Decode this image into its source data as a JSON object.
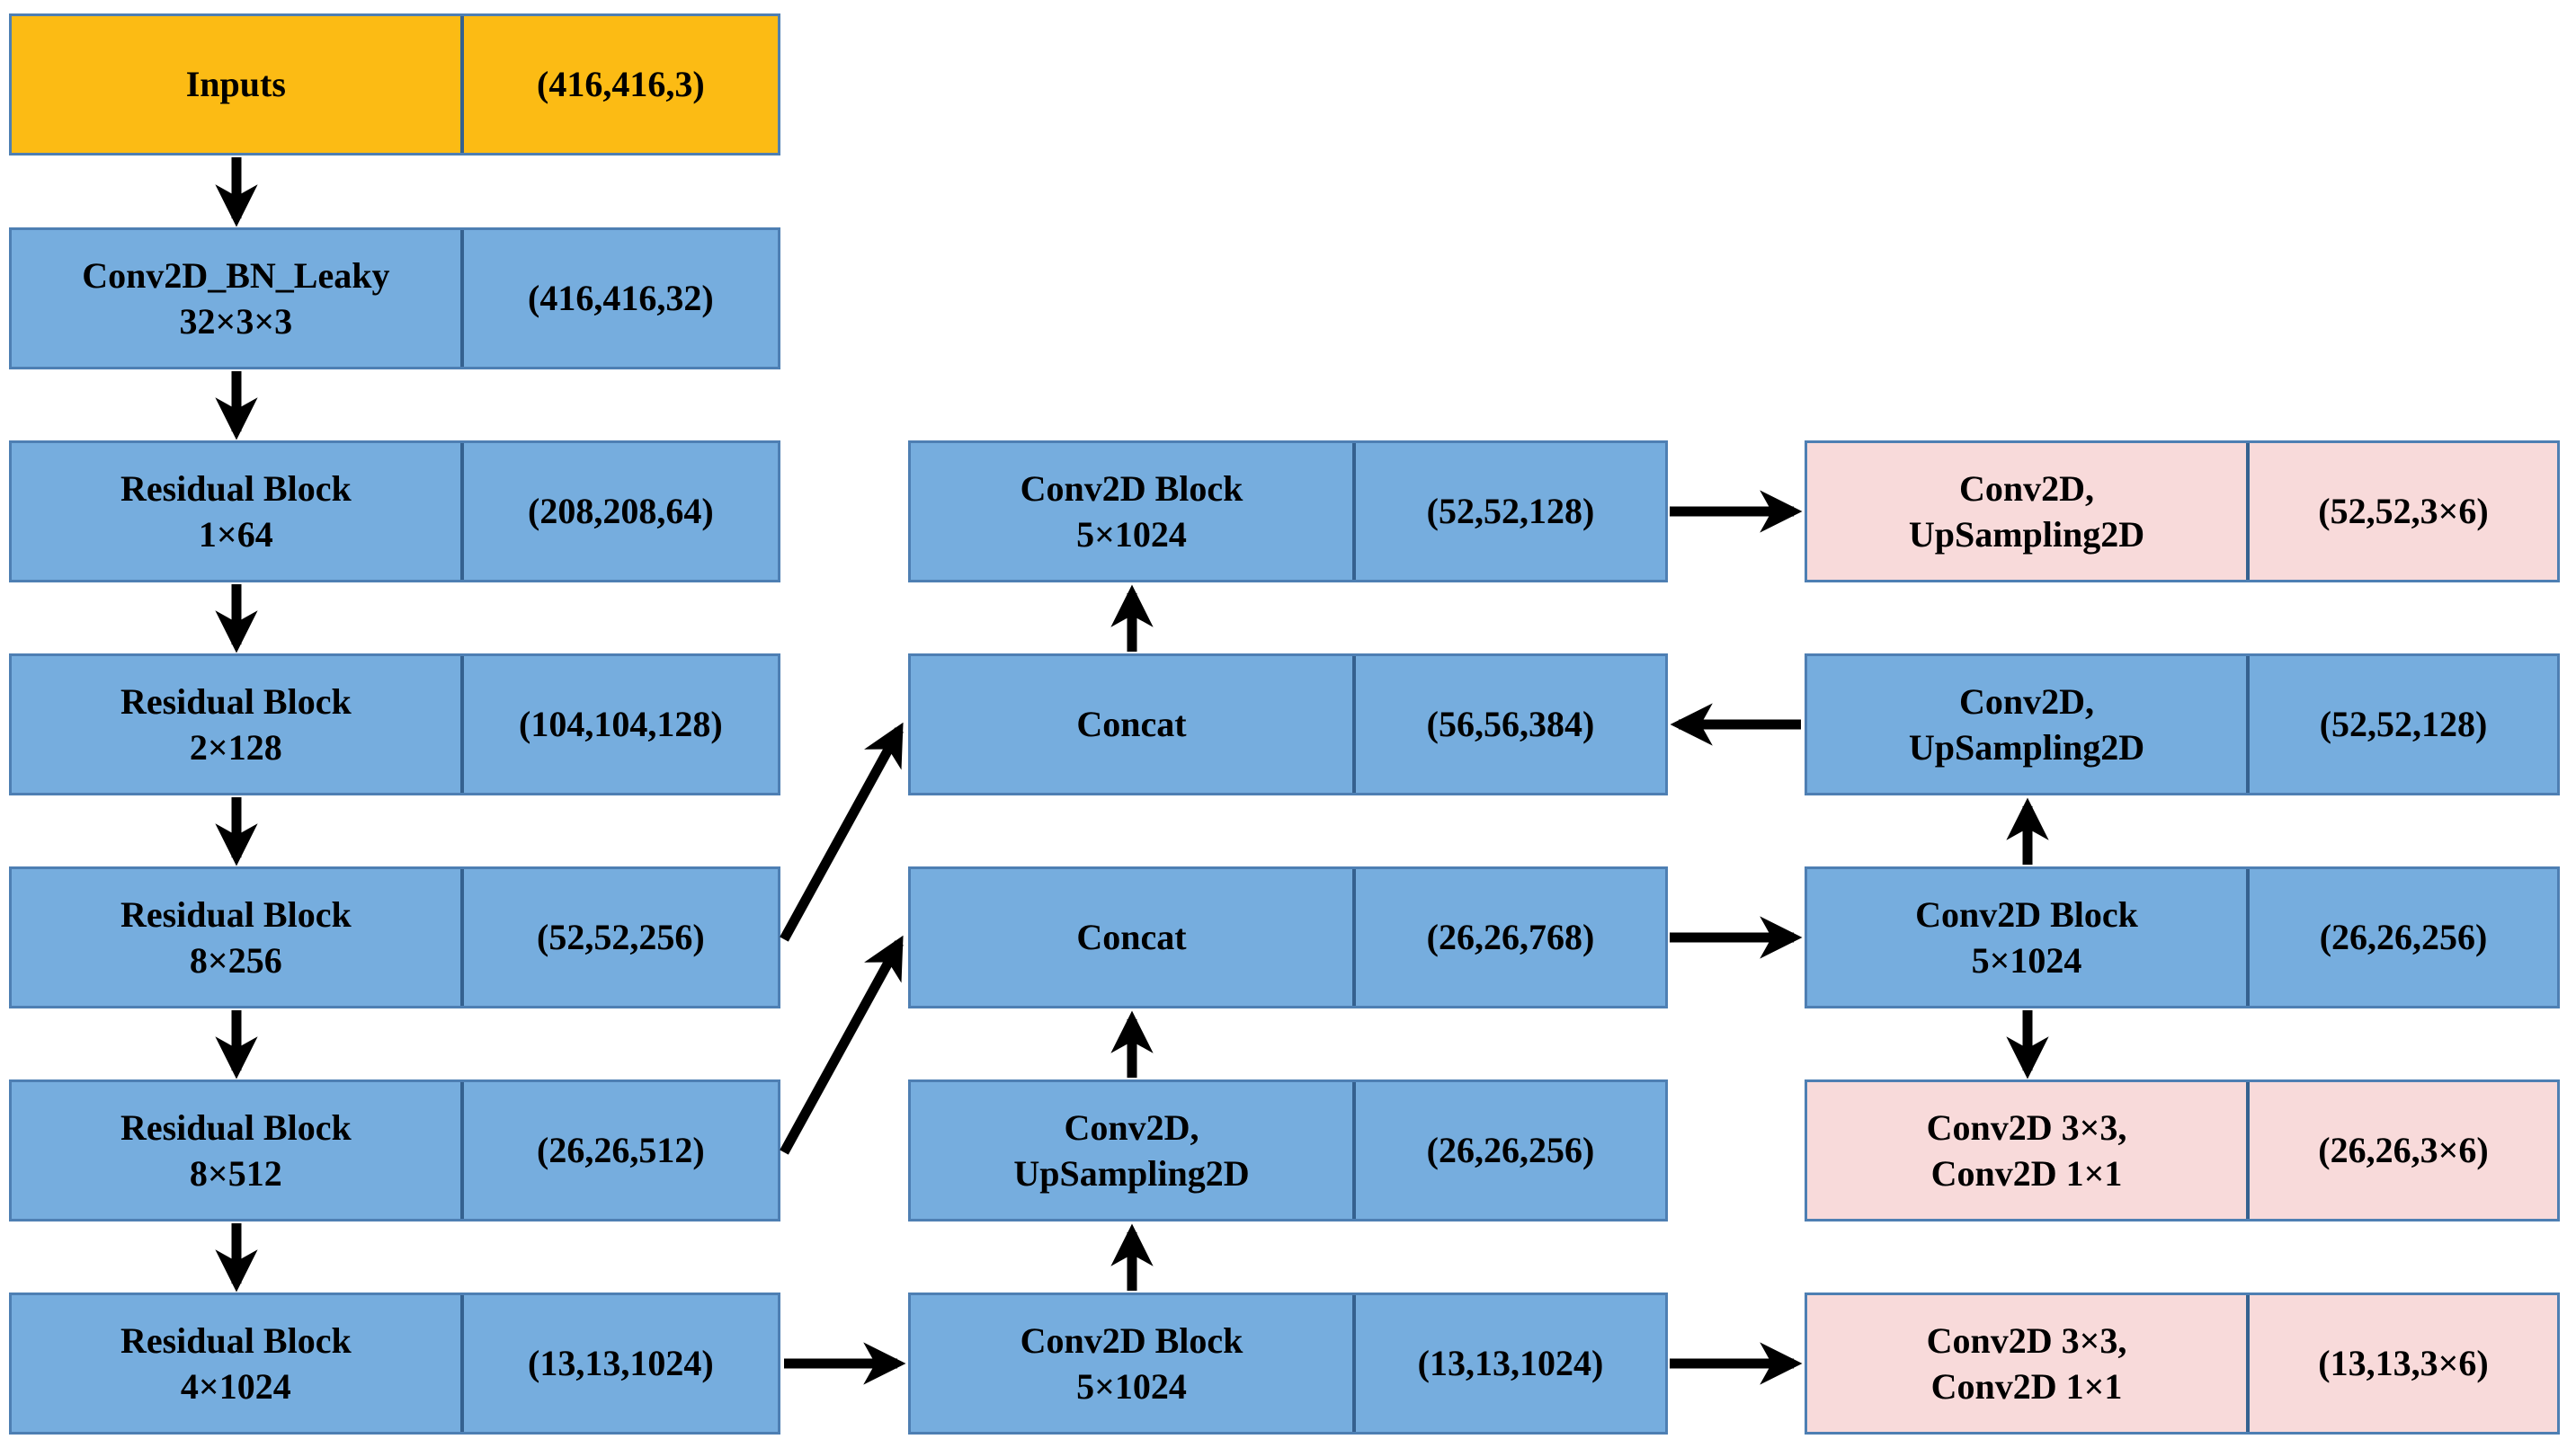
{
  "colors": {
    "input_block_fill": "#FCBB14",
    "conv_block_fill": "#76ADDE",
    "output_head_fill": "#F8DADA",
    "box_border": "#4E7FB3",
    "cell_divider": "#35618F",
    "arrow": "#000000",
    "text": "#000000"
  },
  "boxes": [
    {
      "label": "Inputs",
      "shape": "(416,416,3)"
    },
    {
      "label": "Conv2D_BN_Leaky\n32×3×3",
      "shape": "(416,416,32)"
    },
    {
      "label": "Residual Block\n1×64",
      "shape": "(208,208,64)"
    },
    {
      "label": "Residual Block\n2×128",
      "shape": "(104,104,128)"
    },
    {
      "label": "Residual Block\n8×256",
      "shape": "(52,52,256)"
    },
    {
      "label": "Residual Block\n8×512",
      "shape": "(26,26,512)"
    },
    {
      "label": "Residual Block\n4×1024",
      "shape": "(13,13,1024)"
    },
    {
      "label": "Conv2D Block\n5×1024",
      "shape": "(52,52,128)"
    },
    {
      "label": "Concat",
      "shape": "(56,56,384)"
    },
    {
      "label": "Concat",
      "shape": "(26,26,768)"
    },
    {
      "label": "Conv2D,\nUpSampling2D",
      "shape": "(26,26,256)"
    },
    {
      "label": "Conv2D Block\n5×1024",
      "shape": "(13,13,1024)"
    },
    {
      "label": "Conv2D,\nUpSampling2D",
      "shape": "(52,52,3×6)"
    },
    {
      "label": "Conv2D,\nUpSampling2D",
      "shape": "(52,52,128)"
    },
    {
      "label": "Conv2D Block\n5×1024",
      "shape": "(26,26,256)"
    },
    {
      "label": "Conv2D 3×3,\nConv2D 1×1",
      "shape": "(26,26,3×6)"
    },
    {
      "label": "Conv2D 3×3,\nConv2D 1×1",
      "shape": "(13,13,3×6)"
    }
  ]
}
